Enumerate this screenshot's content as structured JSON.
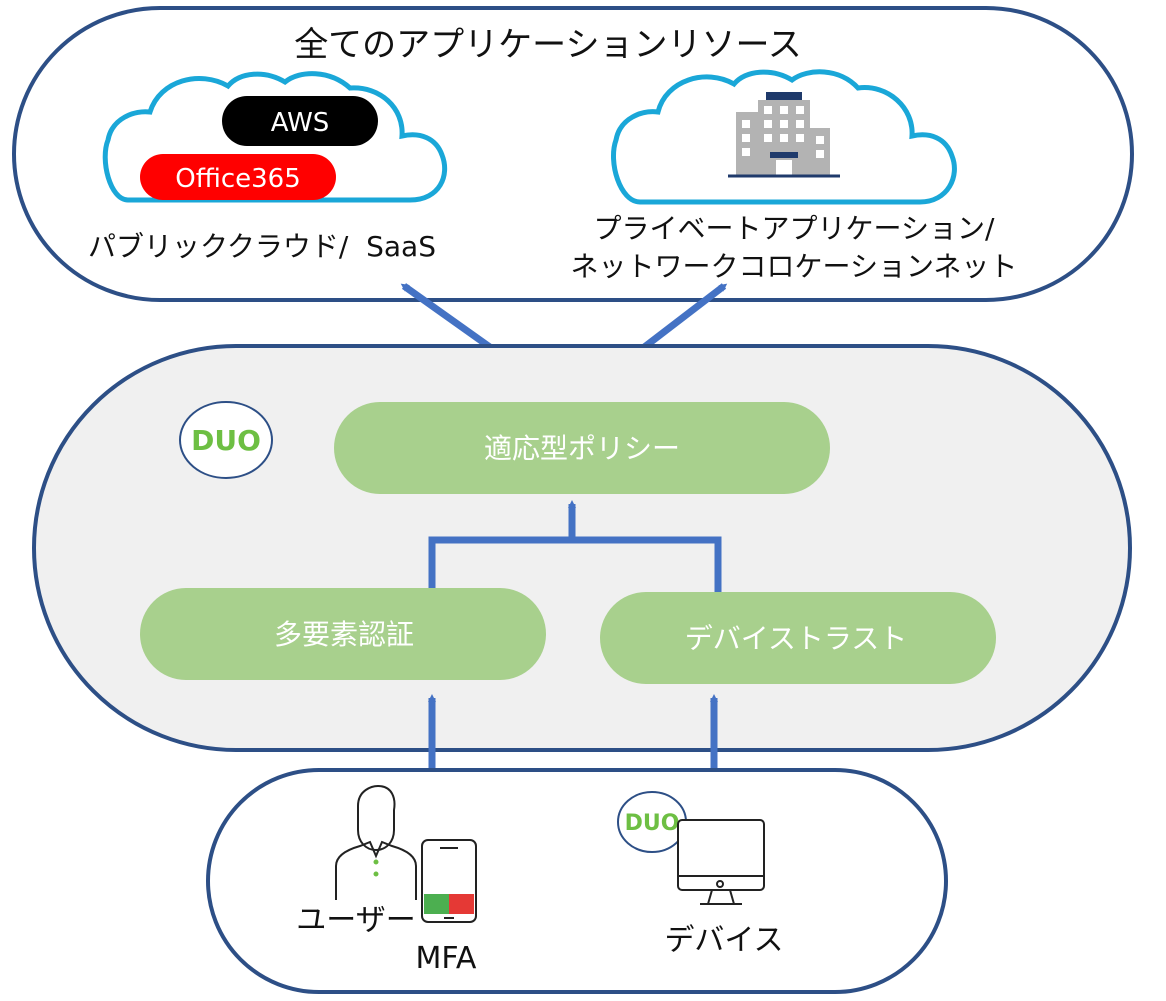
{
  "top": {
    "title": "全てのアプリケーションリソース",
    "public_cloud": {
      "badges": [
        "AWS",
        "Office365"
      ],
      "label": "パブリッククラウド/  SaaS"
    },
    "private_cloud": {
      "label_line1": "プライベートアプリケーション/",
      "label_line2": "ネットワークコロケーションネット"
    }
  },
  "middle": {
    "logo": "DUO",
    "policy": "適応型ポリシー",
    "mfa_auth": "多要素認証",
    "device_trust": "デバイストラスト"
  },
  "bottom": {
    "user_label": "ユーザー",
    "mfa_label": "MFA",
    "device_logo": "DUO",
    "device_label": "デバイス"
  },
  "colors": {
    "frame": "#2d4f86",
    "arrow": "#4472c4",
    "cloud": "#1aa7d8",
    "pill": "#a8d08d",
    "middle_fill": "#f0f0f0",
    "aws": "#000000",
    "office": "#ff0000",
    "duo_green": "#6dbf43"
  }
}
